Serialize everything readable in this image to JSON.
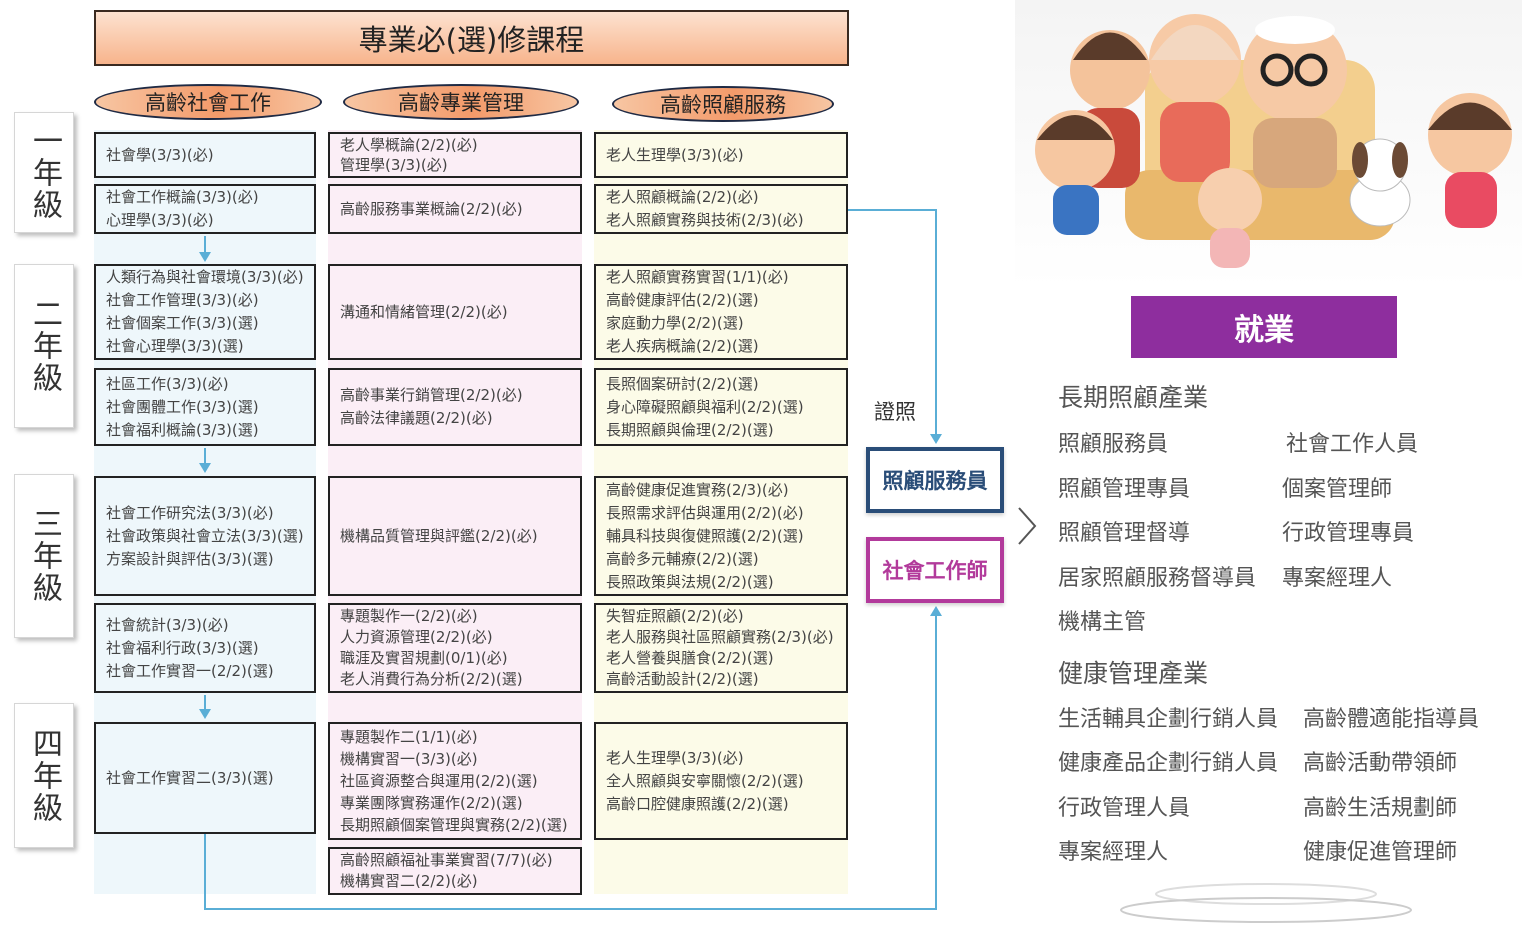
{
  "title": "專業必(選)修課程",
  "columns": [
    "高齡社會工作",
    "高齡專業管理",
    "高齡照顧服務"
  ],
  "years": [
    "一年級",
    "二年級",
    "三年級",
    "四年級"
  ],
  "courses": {
    "social_work": [
      [
        "社會學(3/3)(必)"
      ],
      [
        "社會工作概論(3/3)(必)",
        "心理學(3/3)(必)"
      ],
      [
        "人類行為與社會環境(3/3)(必)",
        "社會工作管理(3/3)(必)",
        "社會個案工作(3/3)(選)",
        "社會心理學(3/3)(選)"
      ],
      [
        "社區工作(3/3)(必)",
        "社會團體工作(3/3)(選)",
        "社會福利概論(3/3)(選)"
      ],
      [
        "社會工作研究法(3/3)(必)",
        "社會政策與社會立法(3/3)(選)",
        "方案設計與評估(3/3)(選)"
      ],
      [
        "社會統計(3/3)(必)",
        "社會福利行政(3/3)(選)",
        "社會工作實習一(2/2)(選)"
      ],
      [
        "社會工作實習二(3/3)(選)"
      ]
    ],
    "management": [
      [
        "老人學概論(2/2)(必)",
        "管理學(3/3)(必)"
      ],
      [
        "高齡服務事業概論(2/2)(必)"
      ],
      [
        "溝通和情緒管理(2/2)(必)"
      ],
      [
        "高齡事業行銷管理(2/2)(必)",
        "高齡法律議題(2/2)(必)"
      ],
      [
        "機構品質管理與評鑑(2/2)(必)"
      ],
      [
        "專題製作一(2/2)(必)",
        "人力資源管理(2/2)(必)",
        "職涯及實習規劃(0/1)(必)",
        "老人消費行為分析(2/2)(選)"
      ],
      [
        "專題製作二(1/1)(必)",
        "機構實習一(3/3)(必)",
        "社區資源整合與運用(2/2)(選)",
        "專業團隊實務運作(2/2)(選)",
        "長期照顧個案管理與實務(2/2)(選)"
      ],
      [
        "高齡照顧福祉事業實習(7/7)(必)",
        "機構實習二(2/2)(必)"
      ]
    ],
    "care": [
      [
        "老人生理學(3/3)(必)"
      ],
      [
        "老人照顧概論(2/2)(必)",
        "老人照顧實務與技術(2/3)(必)"
      ],
      [
        "老人照顧實務實習(1/1)(必)",
        "高齡健康評估(2/2)(選)",
        "家庭動力學(2/2)(選)",
        "老人疾病概論(2/2)(選)"
      ],
      [
        "長照個案研討(2/2)(選)",
        "身心障礙照顧與福利(2/2)(選)",
        "長期照顧與倫理(2/2)(選)"
      ],
      [
        "高齡健康促進實務(2/3)(必)",
        "長照需求評估與運用(2/2)(必)",
        "輔具科技與復健照護(2/2)(選)",
        "高齡多元輔療(2/2)(選)",
        "長照政策與法規(2/2)(選)"
      ],
      [
        "失智症照顧(2/2)(必)",
        "老人服務與社區照顧實務(2/3)(必)",
        "老人營養與膳食(2/2)(選)",
        "高齡活動設計(2/2)(選)"
      ],
      [
        "老人生理學(3/3)(必)",
        "全人照顧與安寧關懷(2/2)(選)",
        "高齡口腔健康照護(2/2)(選)"
      ]
    ]
  },
  "certification": {
    "label": "證照",
    "care_worker": "照顧服務員",
    "social_worker": "社會工作師"
  },
  "employment": {
    "title": "就業",
    "ltc": {
      "title": "長期照顧產業",
      "jobs": [
        "照顧服務員",
        "社會工作人員",
        "照顧管理專員",
        "個案管理師",
        "照顧管理督導",
        "行政管理專員",
        "居家照顧服務督導員",
        "專案經理人",
        "機構主管"
      ]
    },
    "health": {
      "title": "健康管理產業",
      "jobs": [
        "生活輔具企劃行銷人員",
        "高齡體適能指導員",
        "健康產品企劃行銷人員",
        "高齡活動帶領師",
        "行政管理人員",
        "高齡生活規劃師",
        "專案經理人",
        "健康促進管理師"
      ]
    }
  },
  "colors": {
    "purple": "#8e2e9e",
    "navy": "#2a4d78",
    "magenta": "#b23a9b",
    "flow_line": "#5aaed6"
  }
}
